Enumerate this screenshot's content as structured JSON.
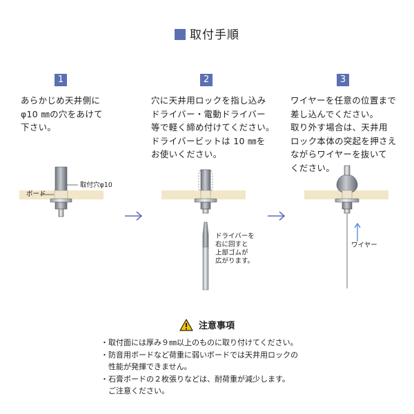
{
  "title": "取付手順",
  "steps": [
    {
      "num": "1",
      "text": "あらかじめ天井側に\nφ10 ㎜の穴をあけて\n下さい。"
    },
    {
      "num": "2",
      "text": "穴に天井用ロックを指し込み\nドライバー・電動ドライバー\n等で軽く締め付けてください。\nドライバービットは 10 ㎜を\nお使いください。"
    },
    {
      "num": "3",
      "text": "ワイヤーを任意の位置まで\n差し込んでください。\n取り外す場合は、天井用\nロック本体の突起を押さえ\nながらワイヤーを抜いて\nください。"
    }
  ],
  "labels": {
    "board": "ボード",
    "hole": "取付穴φ10",
    "driver": "ドライバーを\n右に回すと\n上部ゴムが\n広がります。",
    "wire": "ワイヤー"
  },
  "caution": {
    "title": "注意事項",
    "icon": "warning-triangle-icon",
    "items": [
      "・取付面には厚み９㎜以上のものに取り付けてください。",
      "・防音用ボードなど荷重に弱いボードでは天井用ロックの",
      "　性能が発揮できません。",
      "・石膏ボードの２枚張りなどは、耐荷重が減少します。",
      "　ご注意ください。"
    ]
  },
  "colors": {
    "accent": "#5b6fb1",
    "board": "#f2e6c8",
    "metal": "#c9ccd1"
  }
}
